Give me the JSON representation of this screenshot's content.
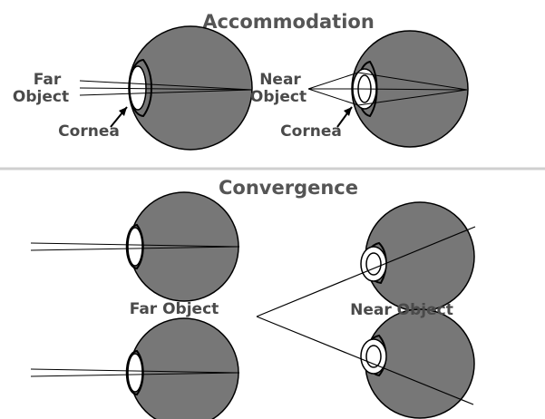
{
  "colors": {
    "eyeball": "#777777",
    "stroke": "#000000",
    "text": "#4a4a4a",
    "divider": "#cfcfcf"
  },
  "accommodation": {
    "title": "Accommodation",
    "far_label_1": "Far",
    "far_label_2": "Object",
    "near_label_1": "Near",
    "near_label_2": "Object",
    "cornea_left": "Cornea",
    "cornea_right": "Cornea"
  },
  "convergence": {
    "title": "Convergence",
    "far_label": "Far Object",
    "near_label": "Near Object"
  }
}
